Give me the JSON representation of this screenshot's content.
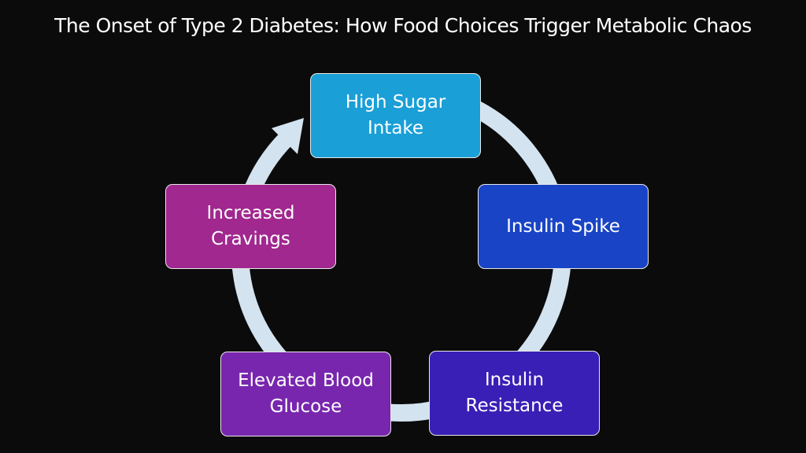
{
  "title": "The Onset of Type 2 Diabetes: How Food Choices Trigger Metabolic Chaos",
  "cycle": [
    {
      "label": "High Sugar Intake",
      "color": "#1a9fd6"
    },
    {
      "label": "Insulin Spike",
      "color": "#1944c6"
    },
    {
      "label": "Insulin Resistance",
      "color": "#3a1fb6"
    },
    {
      "label": "Elevated Blood Glucose",
      "color": "#7826ae"
    },
    {
      "label": "Increased Cravings",
      "color": "#a0288f"
    }
  ],
  "ring_color": "#d3e3ef"
}
